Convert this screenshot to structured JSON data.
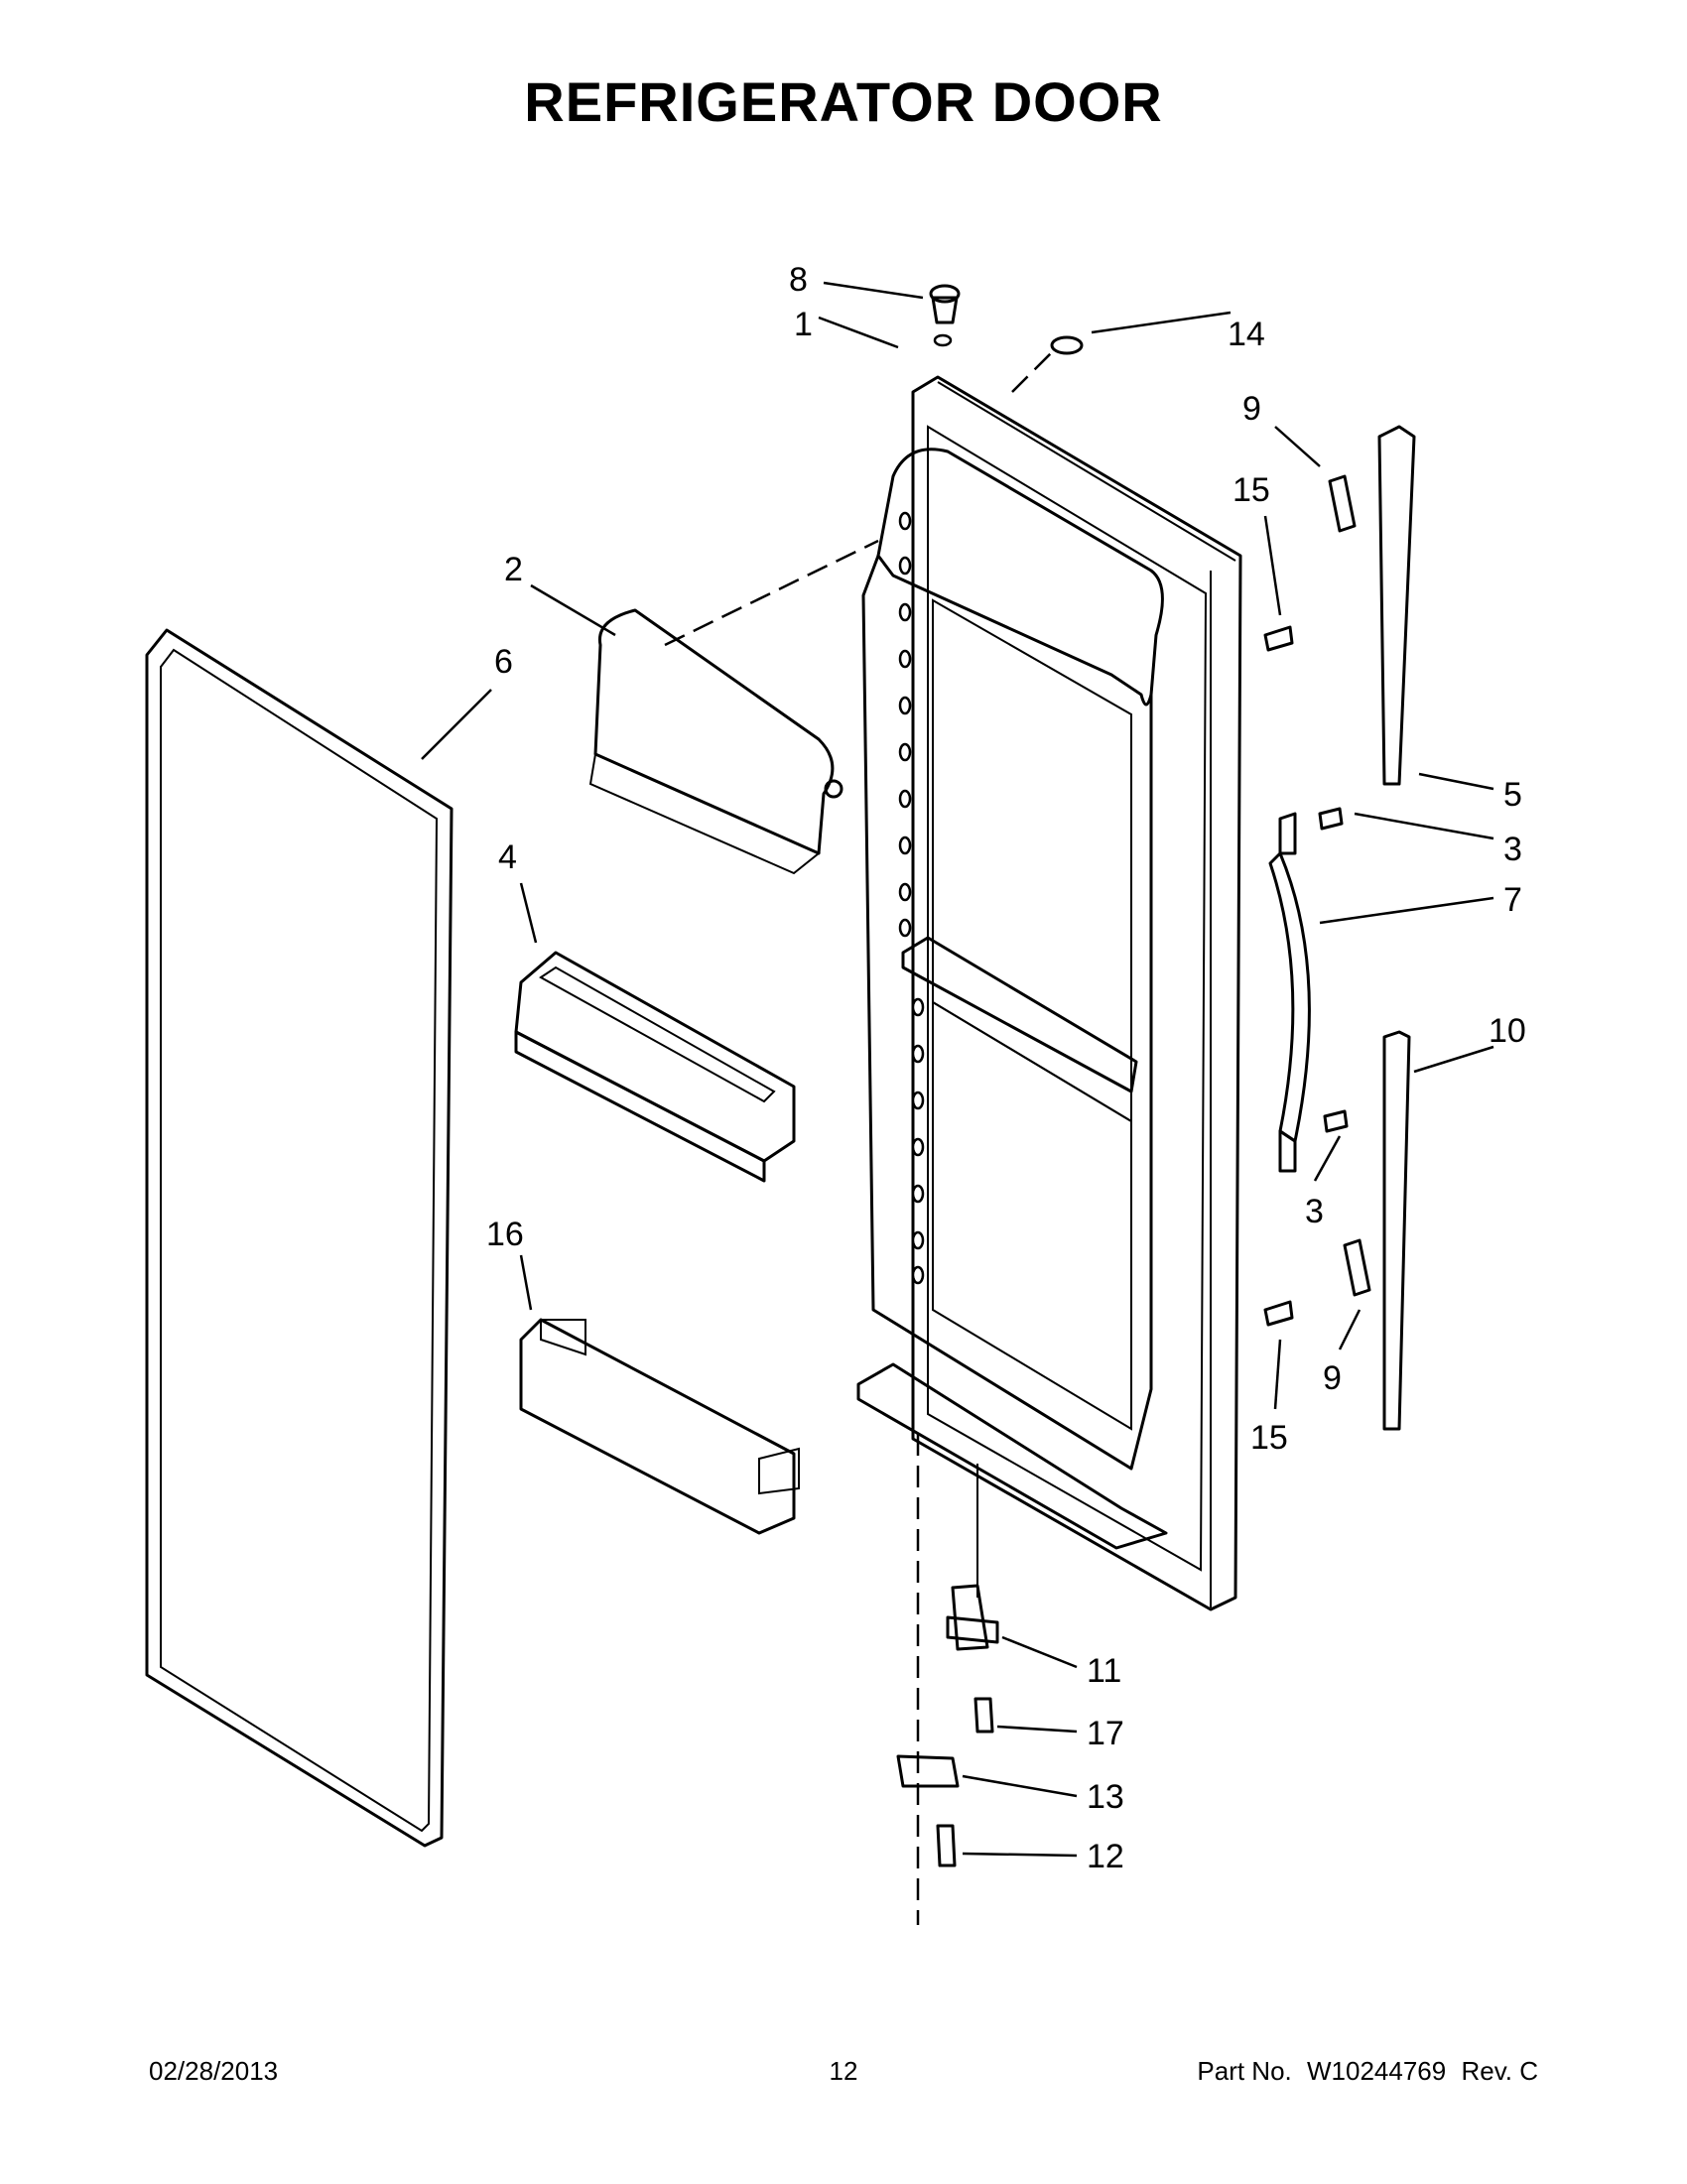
{
  "header": {
    "title": "REFRIGERATOR DOOR"
  },
  "callouts": {
    "c1": "1",
    "c2": "2",
    "c3a": "3",
    "c3b": "3",
    "c4": "4",
    "c5": "5",
    "c6": "6",
    "c7": "7",
    "c8": "8",
    "c9a": "9",
    "c9b": "9",
    "c10": "10",
    "c11": "11",
    "c12": "12",
    "c13": "13",
    "c14": "14",
    "c15a": "15",
    "c15b": "15",
    "c16": "16",
    "c17": "17"
  },
  "footer": {
    "date": "02/28/2013",
    "page": "12",
    "part_label": "Part No.",
    "part_number": "W10244769",
    "revision": "Rev. C"
  }
}
